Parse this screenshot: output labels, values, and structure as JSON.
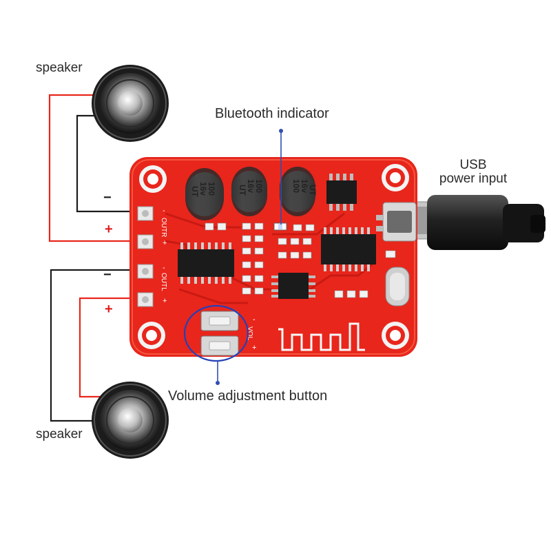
{
  "labels": {
    "speaker_top": "speaker",
    "speaker_bottom": "speaker",
    "bluetooth_indicator": "Bluetooth indicator",
    "usb_line1": "USB",
    "usb_line2": "power input",
    "volume_button": "Volume adjustment button"
  },
  "terminal_signs": {
    "outr_minus": "−",
    "outr_plus": "+",
    "outl_minus": "−",
    "outl_plus": "+"
  },
  "silkscreen": {
    "outr": "OUTR",
    "outl": "OUTL",
    "vol": "VOL",
    "minus": "-",
    "plus": "+"
  },
  "capacitors": [
    {
      "value": "100",
      "voltage": "16v",
      "mark": "UT"
    },
    {
      "value": "100",
      "voltage": "16v",
      "mark": "UT"
    },
    {
      "value": "100",
      "voltage": "16v",
      "mark": "UT"
    }
  ],
  "colors": {
    "pcb": "#e8261c",
    "wire_red": "#e8261c",
    "wire_black": "#1a1a1a",
    "callout_line": "#2f4fb0",
    "circle_highlight": "#2340b8"
  }
}
